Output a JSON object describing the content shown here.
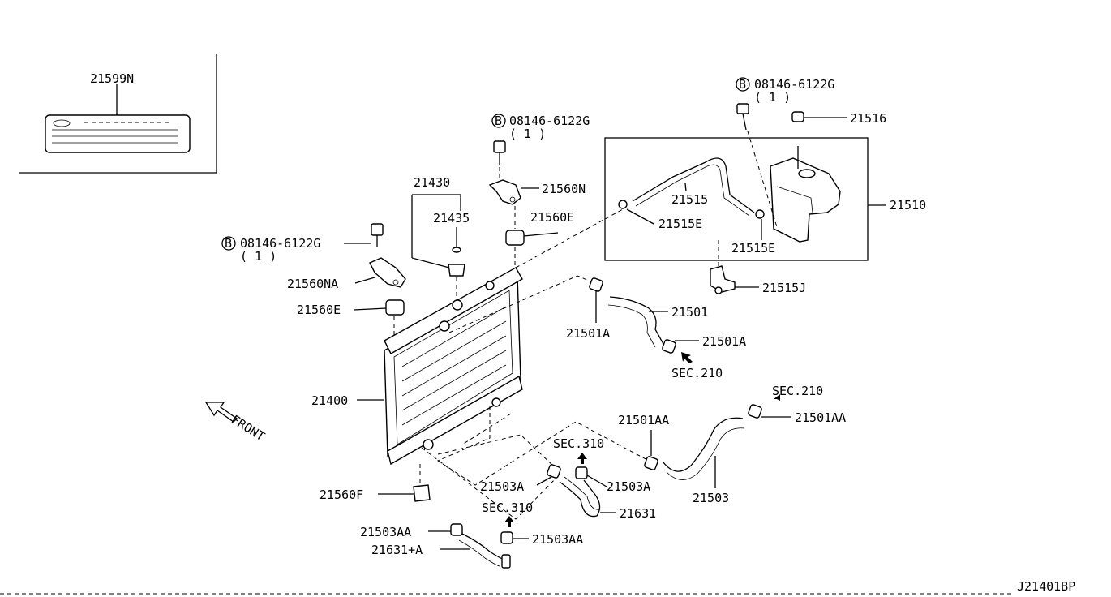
{
  "labels": {
    "p21599N": "21599N",
    "bolt_tr": "08146-6122G",
    "bolt_tr_qty": "( 1 )",
    "p21516": "21516",
    "bolt_tc": "08146-6122G",
    "bolt_tc_qty": "( 1 )",
    "p21430": "21430",
    "p21435": "21435",
    "p21560N": "21560N",
    "p21560E_top": "21560E",
    "p21515": "21515",
    "p21515E_left": "21515E",
    "p21515E_right": "21515E",
    "p21510": "21510",
    "bolt_l": "08146-6122G",
    "bolt_l_qty": "( 1 )",
    "p21560NA": "21560NA",
    "p21560E_left": "21560E",
    "p21515J": "21515J",
    "p21501": "21501",
    "p21501A_left": "21501A",
    "p21501A_right": "21501A",
    "sec210_a": "SEC.210",
    "p21400": "21400",
    "front": "FRONT",
    "sec210_b": "SEC.210",
    "p21501AA_right": "21501AA",
    "p21501AA_mid": "21501AA",
    "sec310_a": "SEC.310",
    "p21503A_left": "21503A",
    "p21503A_right": "21503A",
    "p21503": "21503",
    "p21560F": "21560F",
    "sec310_b": "SEC.310",
    "p21631": "21631",
    "p21503AA_left": "21503AA",
    "p21503AA_right": "21503AA",
    "p21631A": "21631+A",
    "diagram_code": "J21401BP",
    "bolt_marker": "B"
  }
}
